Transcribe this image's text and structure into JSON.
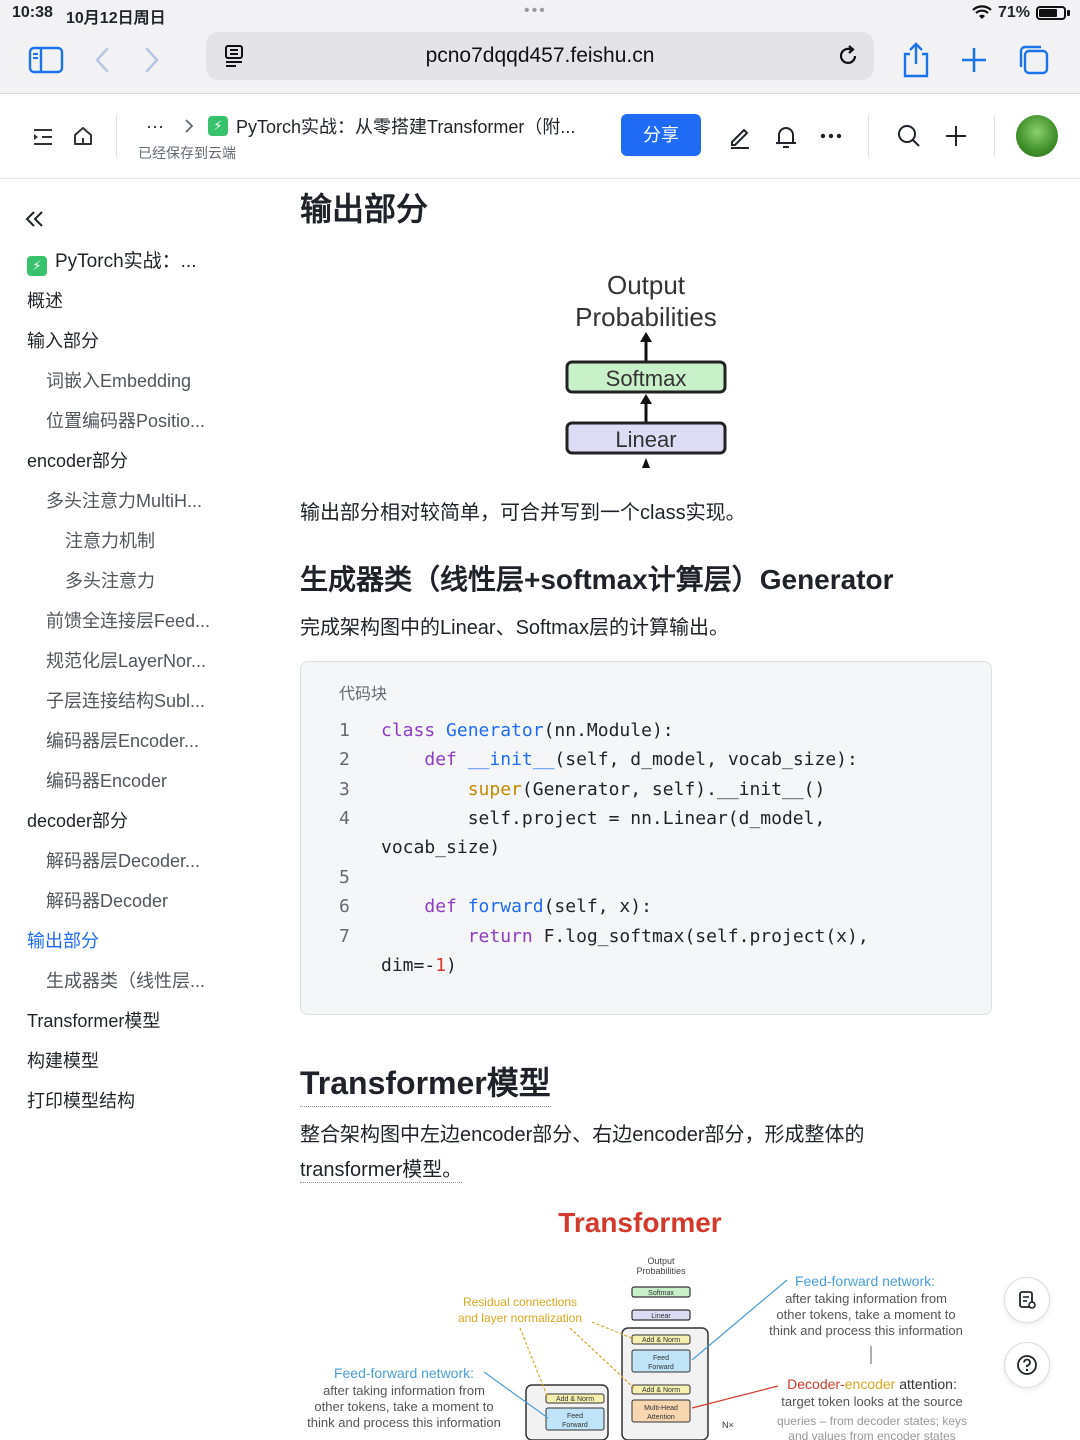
{
  "status": {
    "time": "10:38",
    "date": "10月12日周日",
    "battery": "71%"
  },
  "browser": {
    "url": "pcno7dqqd457.feishu.cn"
  },
  "header": {
    "breadcrumb_more": "···",
    "doc_title": "PyTorch实战：从零搭建Transformer（附...",
    "saved": "已经保存到云端",
    "share": "分享"
  },
  "sidebar": {
    "items": [
      {
        "label": "PyTorch实战：..."
      },
      {
        "label": "概述"
      },
      {
        "label": "输入部分"
      },
      {
        "label": "词嵌入Embedding"
      },
      {
        "label": "位置编码器Positio..."
      },
      {
        "label": "encoder部分"
      },
      {
        "label": "多头注意力MultiH..."
      },
      {
        "label": "注意力机制"
      },
      {
        "label": "多头注意力"
      },
      {
        "label": "前馈全连接层Feed..."
      },
      {
        "label": "规范化层LayerNor..."
      },
      {
        "label": "子层连接结构Subl..."
      },
      {
        "label": "编码器层Encoder..."
      },
      {
        "label": "编码器Encoder"
      },
      {
        "label": "decoder部分"
      },
      {
        "label": "解码器层Decoder..."
      },
      {
        "label": "解码器Decoder"
      },
      {
        "label": "输出部分"
      },
      {
        "label": "生成器类（线性层..."
      },
      {
        "label": "Transformer模型"
      },
      {
        "label": "构建模型"
      },
      {
        "label": "打印模型结构"
      }
    ]
  },
  "content": {
    "heading_output": "输出部分",
    "fig1": {
      "title_line1": "Output",
      "title_line2": "Probabilities",
      "softmax": "Softmax",
      "linear": "Linear"
    },
    "p_output": "输出部分相对较简单，可合并写到一个class实现。",
    "heading_generator": "生成器类（线性层+softmax计算层）Generator",
    "p_generator": "完成架构图中的Linear、Softmax层的计算输出。",
    "code": {
      "title": "代码块",
      "line_numbers": [
        "1",
        "2",
        "3",
        "4",
        "5",
        "6",
        "7"
      ]
    },
    "heading_transformer": "Transformer模型",
    "p_transformer_1": "整合架构图中左边encoder部分、右边encoder部分，形成整体的",
    "p_transformer_2": "transformer模型。",
    "fig2": {
      "title": "Transformer",
      "output_probs_1": "Output",
      "output_probs_2": "Probabilities",
      "softmax": "Softmax",
      "linear": "Linear",
      "add_norm": "Add & Norm",
      "feed_1": "Feed",
      "feed_2": "Forward",
      "mha_1": "Multi-Head",
      "mha_2": "Attention",
      "nx": "N×",
      "residual_1": "Residual connections",
      "residual_2": "and layer normalization",
      "ffn_right_title": "Feed-forward network:",
      "ffn_right_1": "after taking information from",
      "ffn_right_2": "other tokens, take a moment to",
      "ffn_right_3": "think and process this information",
      "ffn_left_title": "Feed-forward network:",
      "ffn_left_1": "after taking information from",
      "ffn_left_2": "other tokens, take a moment to",
      "ffn_left_3": "think and process this information",
      "dec_enc_1": "Decoder-",
      "dec_enc_2": "encoder",
      "dec_enc_3": " attention:",
      "dec_enc_4": "target token looks at the source",
      "dec_enc_5": "queries – from decoder states; keys",
      "dec_enc_6": "and values from encoder states"
    }
  },
  "colors": {
    "accent": "#1f6bf5",
    "keyword": "#8e3cc7",
    "builtin": "#c48a00",
    "number": "#d83931",
    "transformer_title": "#d33a2c"
  }
}
